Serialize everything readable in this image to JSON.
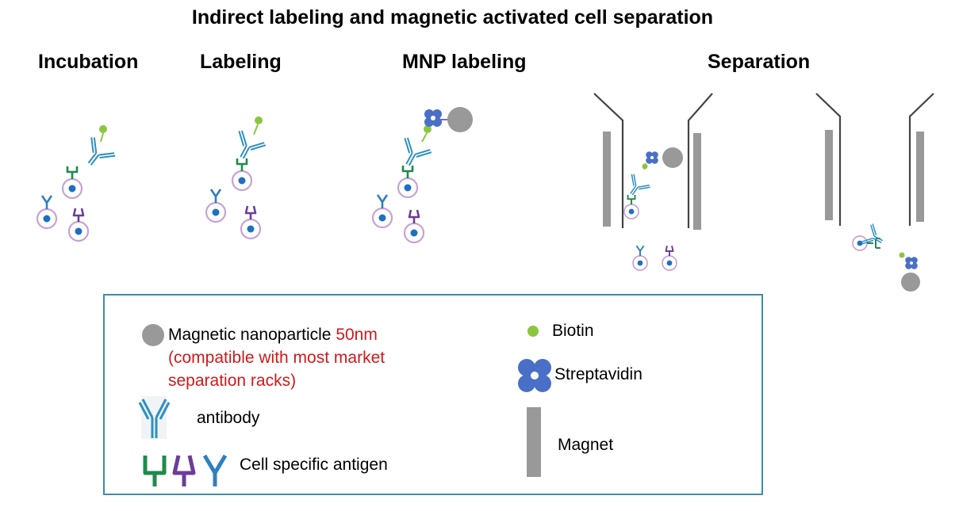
{
  "title": "Indirect labeling and magnetic activated cell separation",
  "stages": [
    "Incubation",
    "Labeling",
    "MNP labeling",
    "Separation"
  ],
  "legend": {
    "mnp_label": "Magnetic nanoparticle",
    "mnp_size": "50nm",
    "mnp_note_line1": "(compatible with most market",
    "mnp_note_line2": "separation racks)",
    "antibody": "antibody",
    "antigen": "Cell specific antigen",
    "biotin": "Biotin",
    "streptavidin": "Streptavidin",
    "magnet": "Magnet"
  },
  "colors": {
    "antibody": "#2e8fc2",
    "antigen_green": "#1f8a4c",
    "antigen_purple": "#6b3d98",
    "antigen_blue": "#2e7fc2",
    "biotin": "#8cc63f",
    "streptavidin": "#4a6fc7",
    "nanoparticle": "#999999",
    "magnet": "#999999",
    "cell_membrane": "#c4a3d4",
    "cell_nucleus": "#1f6fc0",
    "legend_border": "#3a8fa8",
    "highlight_text": "#d0191b"
  }
}
